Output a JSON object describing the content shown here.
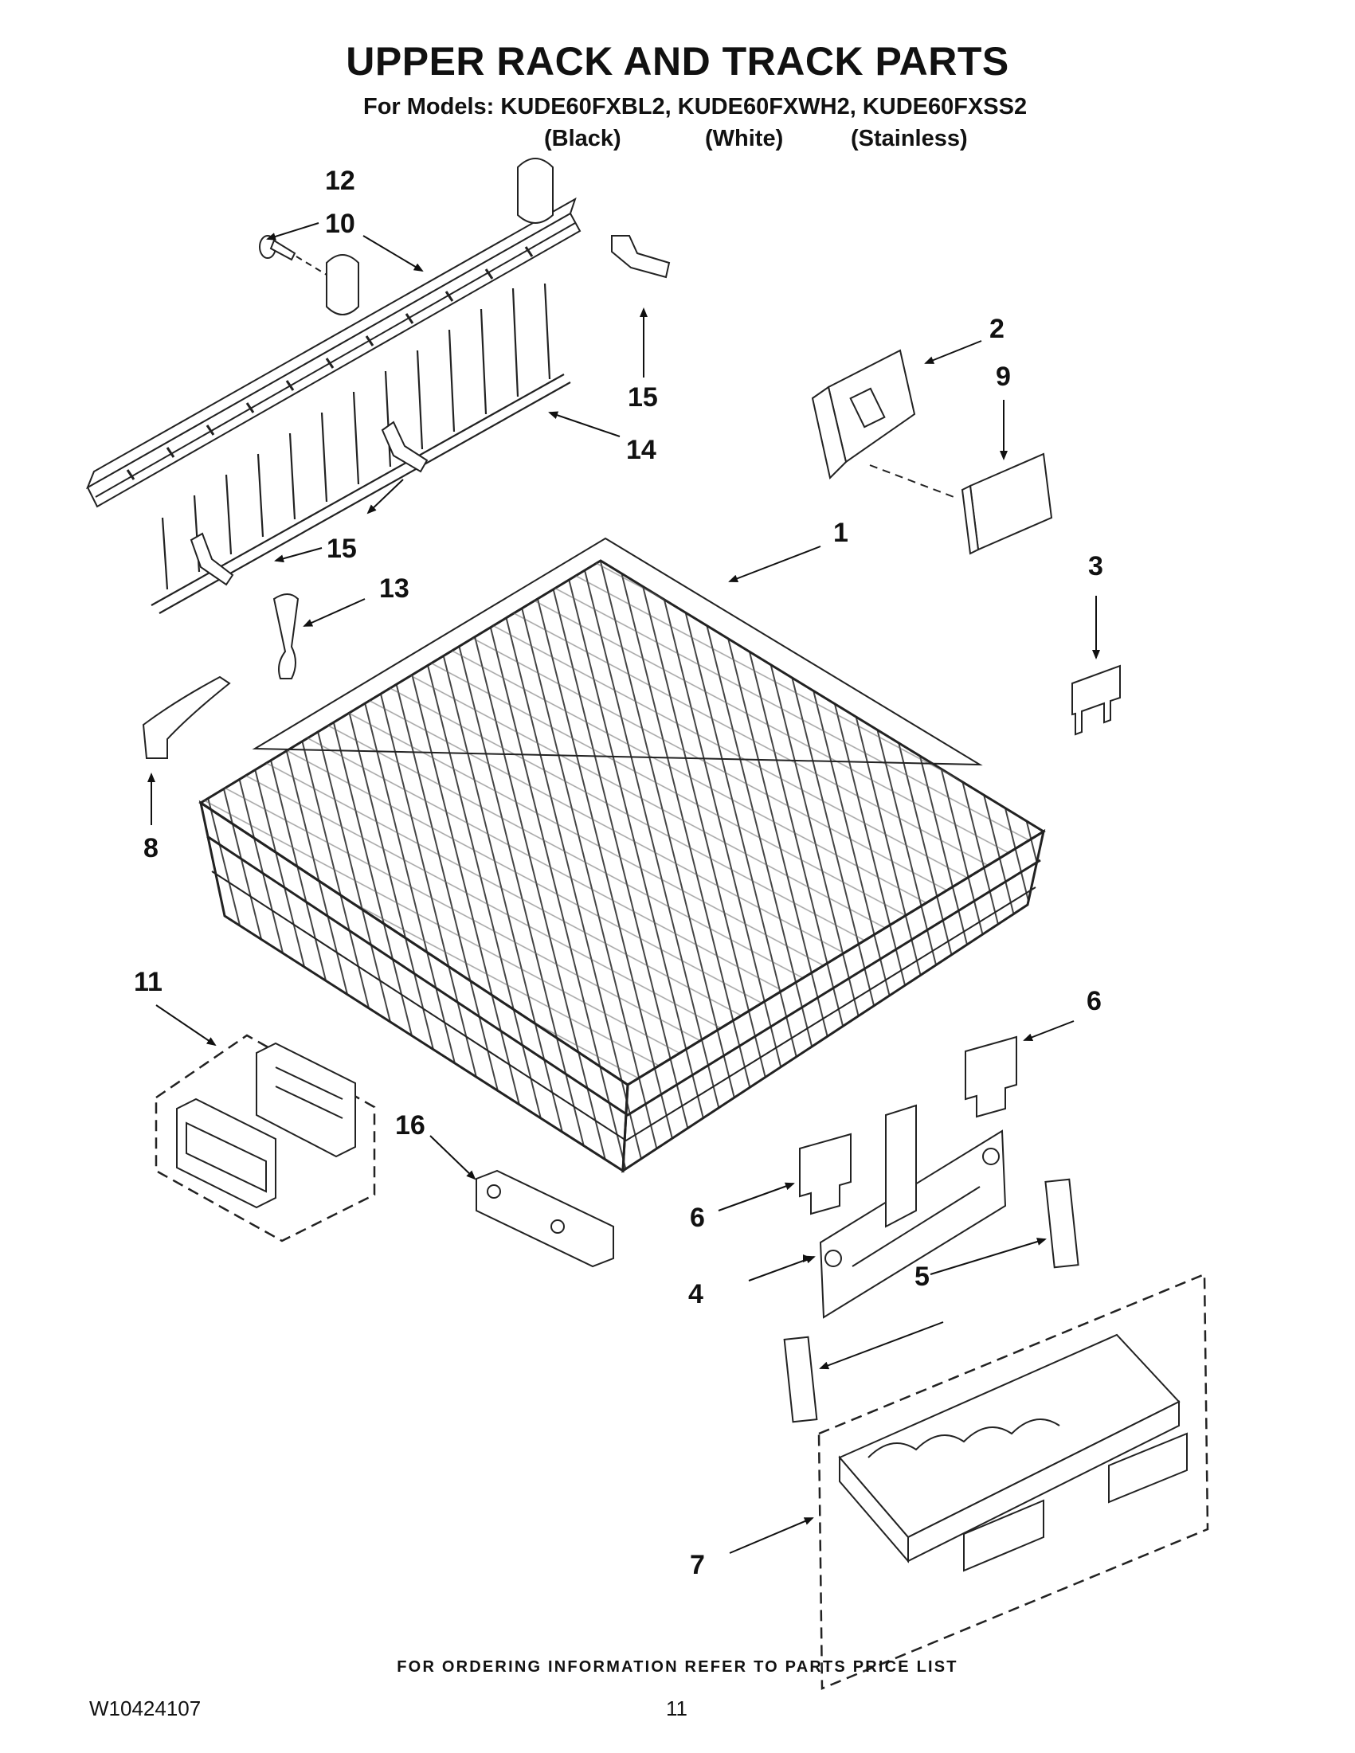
{
  "header": {
    "title": "UPPER RACK AND TRACK PARTS",
    "models_line": "For Models: KUDE60FXBL2, KUDE60FXWH2, KUDE60FXSS2",
    "variants": [
      "(Black)",
      "(White)",
      "(Stainless)"
    ]
  },
  "callouts": {
    "c1": "1",
    "c2": "2",
    "c3": "3",
    "c4": "4",
    "c5": "5",
    "c6a": "6",
    "c6b": "6",
    "c7": "7",
    "c8": "8",
    "c9": "9",
    "c10": "10",
    "c11": "11",
    "c12": "12",
    "c13": "13",
    "c14": "14",
    "c15a": "15",
    "c15b": "15",
    "c16": "16"
  },
  "footer": {
    "ordering_note": "FOR ORDERING INFORMATION REFER TO PARTS PRICE LIST",
    "doc_number": "W10424107",
    "page_number": "11"
  }
}
